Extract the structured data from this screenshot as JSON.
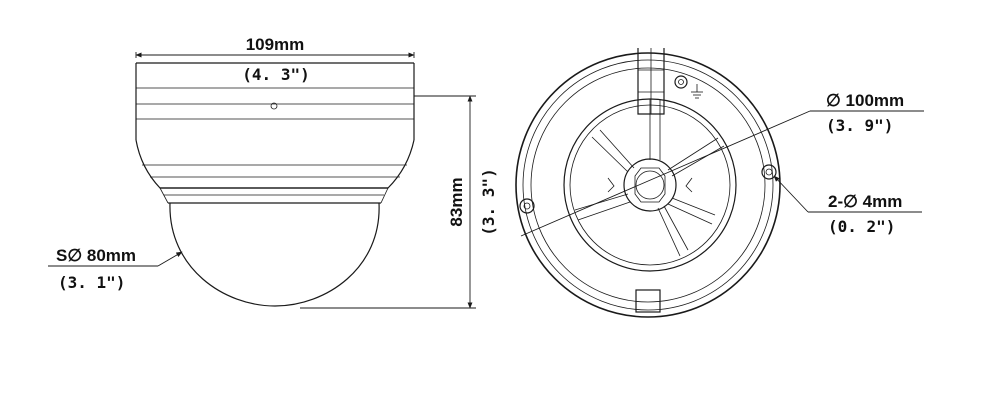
{
  "side_view": {
    "width_mm": "109mm",
    "width_in": "(4. 3\")",
    "height_mm": "83mm",
    "height_in": "(3. 3\")",
    "dome_mm": "S∅ 80mm",
    "dome_in": "(3. 1\")"
  },
  "top_view": {
    "diameter_mm": "∅ 100mm",
    "diameter_in": "(3. 9\")",
    "holes_mm": "2-∅ 4mm",
    "holes_in": "(0. 2\")"
  }
}
